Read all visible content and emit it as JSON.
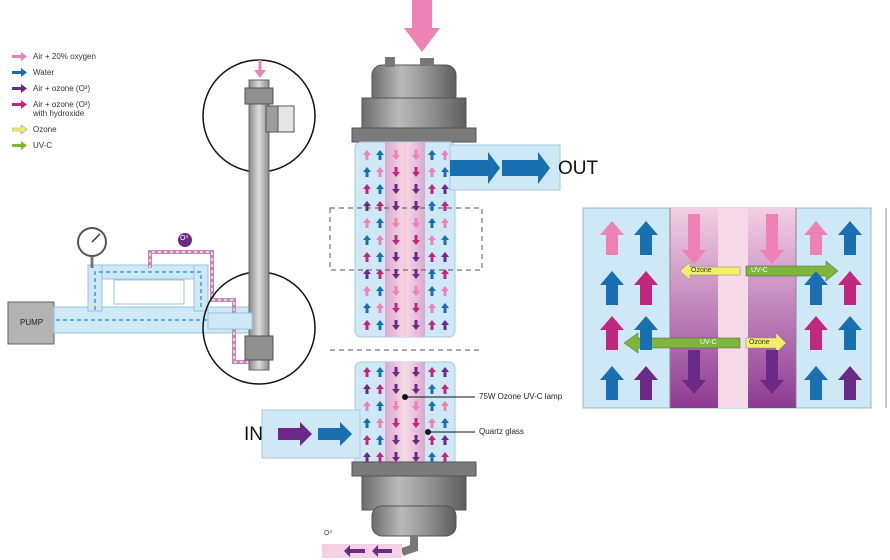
{
  "legend": [
    {
      "label": "Air + 20% oxygen",
      "color": "#ee82b4",
      "icon": "arrow-right-icon"
    },
    {
      "label": "Water",
      "color": "#1a6fb0",
      "icon": "arrow-right-icon"
    },
    {
      "label": "Air + ozone (O³)",
      "color": "#6a2a86",
      "icon": "arrow-right-icon"
    },
    {
      "label": "Air + ozone (O³)\nwith hydroxide",
      "color": "#c2277e",
      "icon": "arrow-right-icon"
    },
    {
      "label": "Ozone",
      "color": "#f4ef6a",
      "icon": "arrow-right-icon"
    },
    {
      "label": "UV-C",
      "color": "#7db63a",
      "icon": "arrow-right-icon"
    }
  ],
  "labels": {
    "pump": "PUMP",
    "out": "OUT",
    "in": "IN",
    "lamp": "75W Ozone UV-C lamp",
    "quartz": "Quartz glass",
    "o3_top": "O³",
    "o3_bottom": "O³"
  },
  "detail_tags": {
    "ozone_1": "Ozone",
    "uvc_1": "UV-C",
    "uvc_2": "UV-C",
    "ozone_2": "Ozone"
  }
}
